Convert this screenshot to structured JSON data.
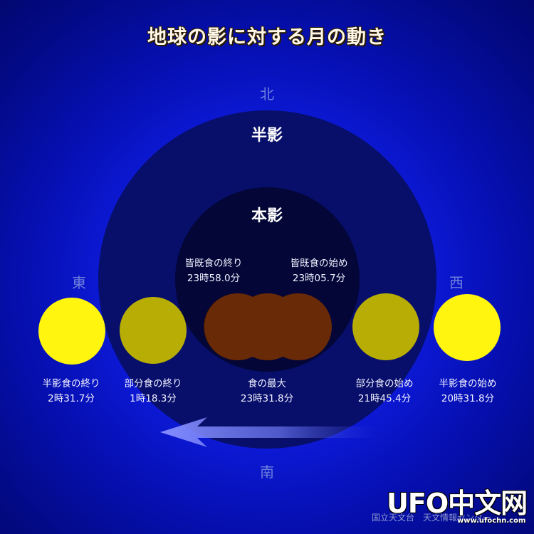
{
  "title": "地球の影に対する月の動き",
  "directions": {
    "north": "北",
    "south": "南",
    "east": "東",
    "west": "西"
  },
  "zones": {
    "penumbra": "半影",
    "umbra": "本影"
  },
  "events": [
    {
      "name": "半影食の終り",
      "time": "2時31.7分"
    },
    {
      "name": "部分食の終り",
      "time": "1時18.3分"
    },
    {
      "name": "食の最大",
      "time": "23時31.8分"
    },
    {
      "name": "部分食の始め",
      "time": "21時45.4分"
    },
    {
      "name": "半影食の始め",
      "time": "20時31.8分"
    }
  ],
  "totality": {
    "end": {
      "name": "皆既食の終り",
      "time": "23時58.0分"
    },
    "start": {
      "name": "皆既食の始め",
      "time": "23時05.7分"
    }
  },
  "credit": "国立天文台　天文情報センター",
  "watermark": {
    "logo": "UFO中文网",
    "url": "www.ufochn.com"
  },
  "colors": {
    "background": "#0e1ce0",
    "penumbra": "#070f6a",
    "umbra": "#030637",
    "moon_outside": "#fff50e",
    "moon_partial": "#b8ad05",
    "moon_total": "#692a08"
  }
}
